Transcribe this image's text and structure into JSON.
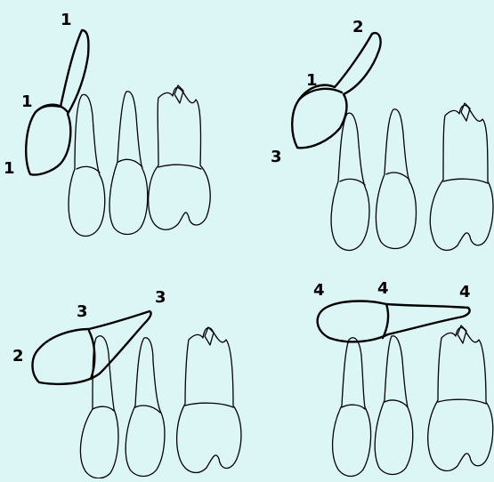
{
  "panels": [
    {
      "id": "top-left",
      "labels": [
        "1",
        "1",
        "1"
      ]
    },
    {
      "id": "top-right",
      "labels": [
        "2",
        "1",
        "3"
      ]
    },
    {
      "id": "bottom-left",
      "labels": [
        "3",
        "3",
        "2"
      ]
    },
    {
      "id": "bottom-right",
      "labels": [
        "4",
        "4",
        "4"
      ]
    }
  ],
  "colors": {
    "background": "#dcf6f6",
    "ink": "#000000"
  }
}
